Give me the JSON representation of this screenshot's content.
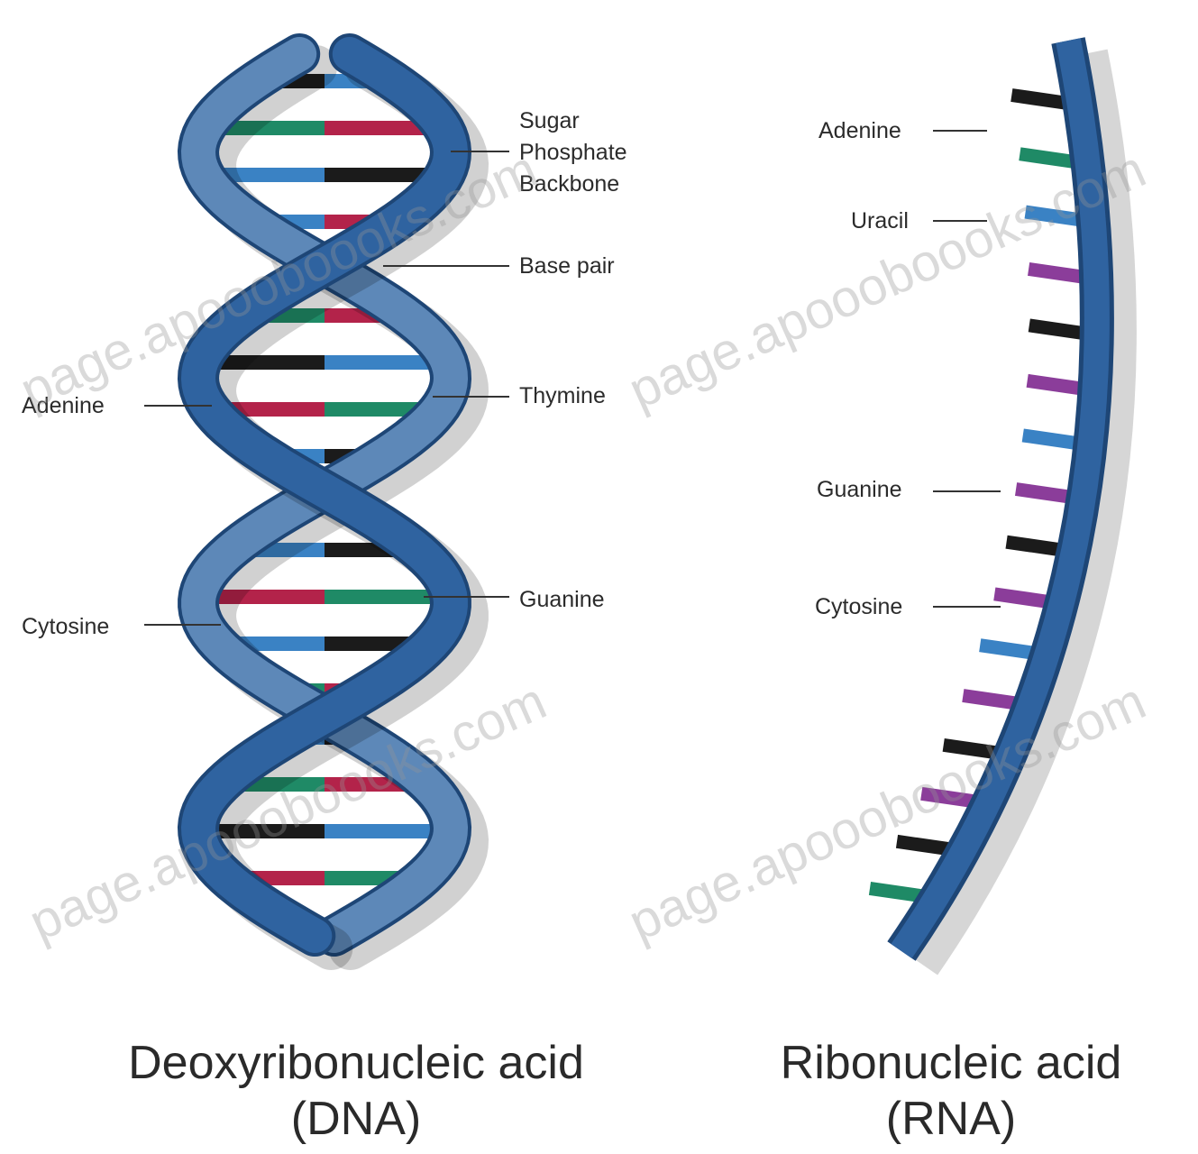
{
  "colors": {
    "backbone": "#2f63a0",
    "backbone_dark": "#1e4676",
    "adenine_green": "#1f8a66",
    "thymine_red": "#b3234a",
    "black_base": "#1b1b1b",
    "blue_base": "#3a82c4",
    "purple_base": "#8b3d9a"
  },
  "dna": {
    "labels": {
      "sugar_line1": "Sugar",
      "sugar_line2": "Phosphate",
      "sugar_line3": "Backbone",
      "base_pair": "Base pair",
      "thymine": "Thymine",
      "adenine": "Adenine",
      "guanine": "Guanine",
      "cytosine": "Cytosine"
    },
    "title_line1": "Deoxyribonucleic acid",
    "title_line2": "(DNA)"
  },
  "rna": {
    "labels": {
      "adenine": "Adenine",
      "uracil": "Uracil",
      "guanine": "Guanine",
      "cytosine": "Cytosine"
    },
    "title_line1": "Ribonucleic acid",
    "title_line2": "(RNA)"
  },
  "watermark": {
    "text1": "page.apoooboooks.com",
    "text2": "page.apoooboooks.com",
    "text3": "page.apoooboooks.com",
    "text4": "page.apoooboooks.com"
  }
}
